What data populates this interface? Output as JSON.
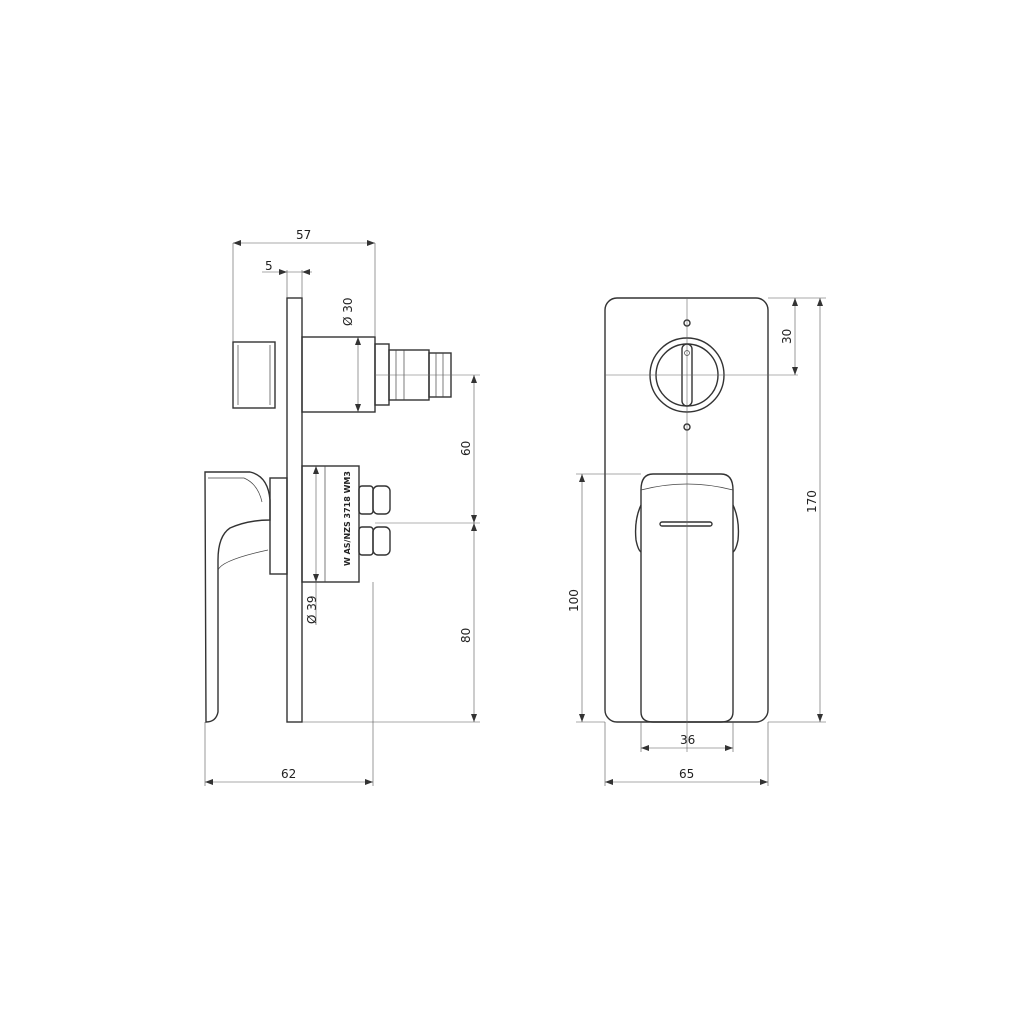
{
  "side_view": {
    "width_top": "57",
    "plate_thickness": "5",
    "cartridge_diameter": "Ø 30",
    "handle_diameter": "Ø 39",
    "spacing_upper": "60",
    "spacing_lower": "80",
    "overall_width": "62",
    "body_mark": "W AS/NZS 3718 WM3"
  },
  "front_view": {
    "top_to_spindle": "30",
    "overall_height": "170",
    "lever_height": "100",
    "lever_width": "36",
    "plate_width": "65"
  }
}
